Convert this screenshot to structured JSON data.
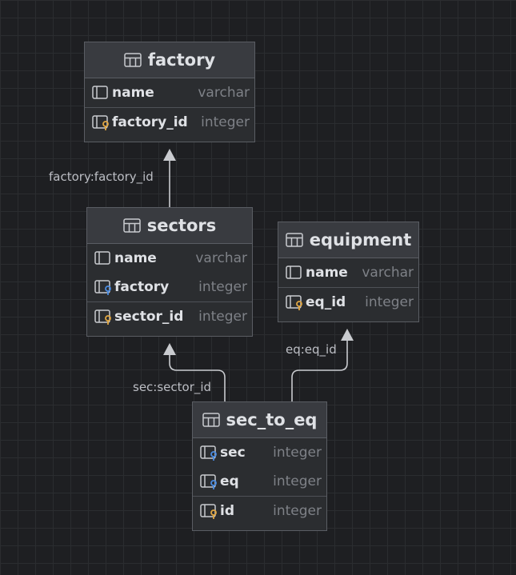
{
  "tables": [
    {
      "name": "factory",
      "columns": [
        {
          "name": "name",
          "type": "varchar",
          "icon": "column-icon"
        },
        {
          "name": "factory_id",
          "type": "integer",
          "icon": "primary-key-icon"
        }
      ]
    },
    {
      "name": "sectors",
      "columns": [
        {
          "name": "name",
          "type": "varchar",
          "icon": "column-icon"
        },
        {
          "name": "factory",
          "type": "integer",
          "icon": "foreign-key-icon"
        },
        {
          "name": "sector_id",
          "type": "integer",
          "icon": "primary-key-icon"
        }
      ]
    },
    {
      "name": "equipment",
      "columns": [
        {
          "name": "name",
          "type": "varchar",
          "icon": "column-icon"
        },
        {
          "name": "eq_id",
          "type": "integer",
          "icon": "primary-key-icon"
        }
      ]
    },
    {
      "name": "sec_to_eq",
      "columns": [
        {
          "name": "sec",
          "type": "integer",
          "icon": "foreign-key-icon"
        },
        {
          "name": "eq",
          "type": "integer",
          "icon": "foreign-key-icon"
        },
        {
          "name": "id",
          "type": "integer",
          "icon": "primary-key-icon"
        }
      ]
    }
  ],
  "relations": [
    {
      "label": "factory:factory_id"
    },
    {
      "label": "sec:sector_id"
    },
    {
      "label": "eq:eq_id"
    }
  ],
  "colors": {
    "background": "#1e1f22",
    "table_header": "#393b40",
    "table_body": "#2b2d30",
    "primary_key": "#e0a642",
    "foreign_key": "#4a8be0",
    "connector": "#c9cbcf"
  }
}
